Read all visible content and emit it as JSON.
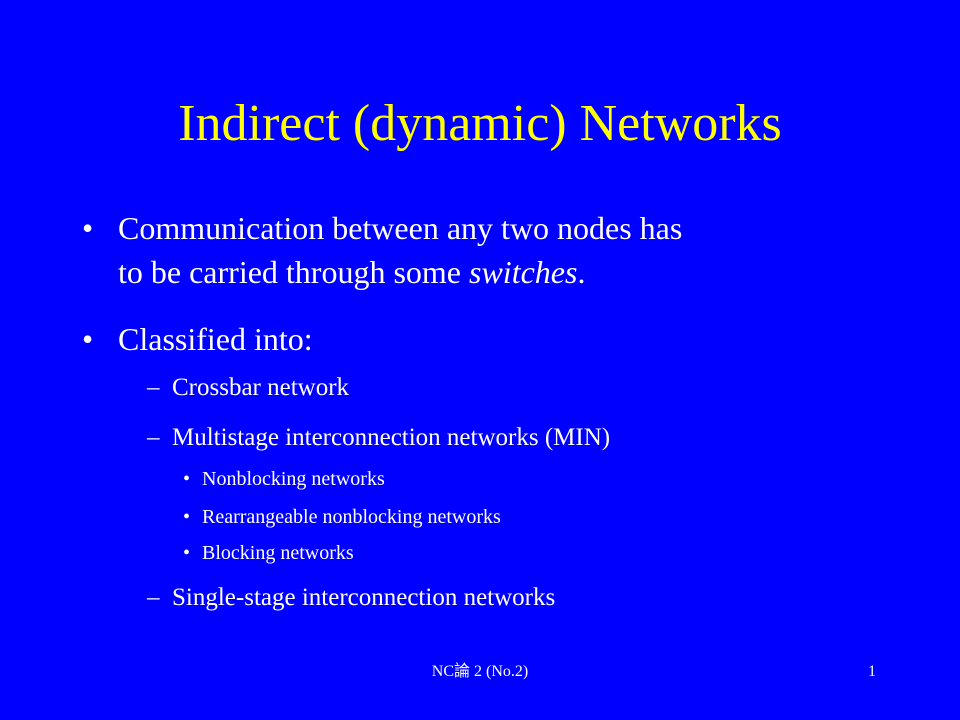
{
  "slide": {
    "title": "Indirect (dynamic) Networks",
    "bullets": [
      {
        "marker": "•",
        "line1_prefix": "Communication between any two nodes has",
        "line2_prefix": "to be carried through some ",
        "line2_emphasis": "switches",
        "line2_suffix": "."
      },
      {
        "marker": "•",
        "text": "Classified into:"
      }
    ],
    "subitems": [
      {
        "marker": "–",
        "text": "Crossbar network"
      },
      {
        "marker": "–",
        "text": "Multistage interconnection networks (MIN)"
      },
      {
        "marker": "–",
        "text": "Single-stage interconnection networks"
      }
    ],
    "subsubitems": [
      {
        "marker": "•",
        "text": "Nonblocking networks"
      },
      {
        "marker": "•",
        "text": "Rearrangeable nonblocking networks"
      },
      {
        "marker": "•",
        "text": "Blocking networks"
      }
    ],
    "footer": {
      "center": "NC論 2 (No.2)",
      "page_number": "1"
    }
  },
  "colors": {
    "background": "#0000ff",
    "title": "#ffff00",
    "body_text": "#ffffff"
  }
}
